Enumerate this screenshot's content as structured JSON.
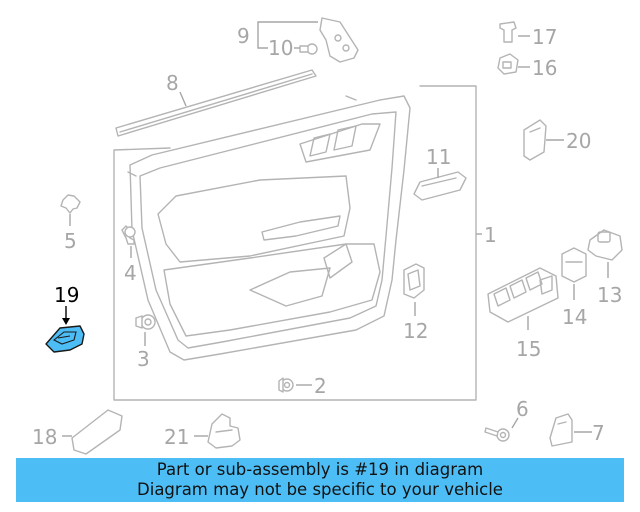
{
  "callouts": {
    "c1": "1",
    "c2": "2",
    "c3": "3",
    "c4": "4",
    "c5": "5",
    "c6": "6",
    "c7": "7",
    "c8": "8",
    "c9": "9",
    "c10": "10",
    "c11": "11",
    "c12": "12",
    "c13": "13",
    "c14": "14",
    "c15": "15",
    "c16": "16",
    "c17": "17",
    "c18": "18",
    "c19": "19",
    "c20": "20",
    "c21": "21"
  },
  "highlighted_part": "19",
  "colors": {
    "highlight": "#4dbef5",
    "line": "#b4b4b4",
    "callout": "#a6a6a6",
    "banner": "#4dbef5"
  },
  "banner": {
    "line1": "Part or sub-assembly is #19 in diagram",
    "line2": "Diagram may not be specific to your vehicle"
  }
}
